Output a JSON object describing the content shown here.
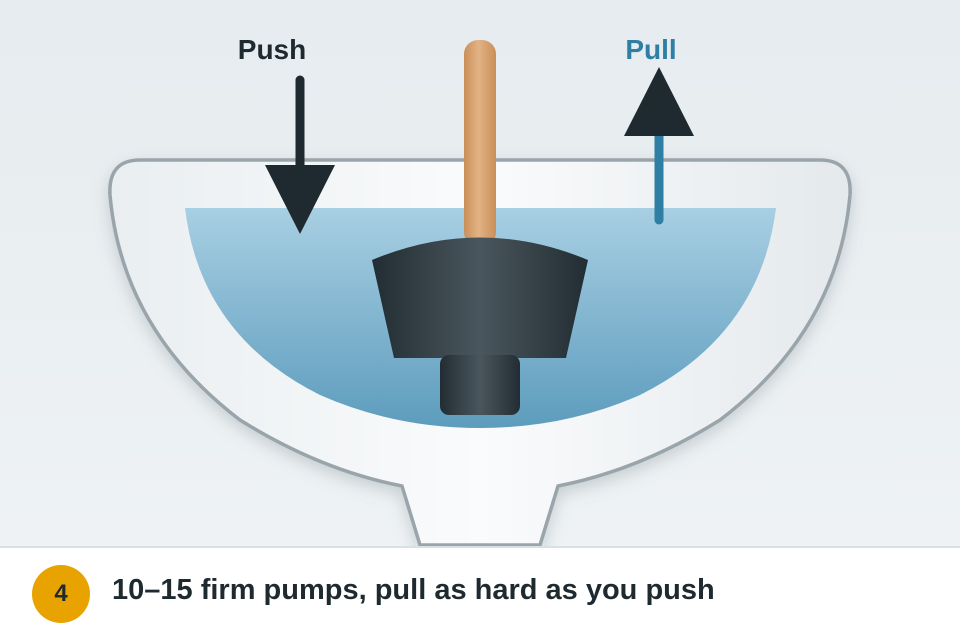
{
  "illustration": {
    "push_label": "Push",
    "pull_label": "Pull",
    "colors": {
      "background": "#e9eef1",
      "sink": "#f3f6f7",
      "sink_outline": "#9aa5ab",
      "water": "#7fb3cf",
      "plunger_handle": "#d7a26d",
      "plunger_cup": "#2b373d",
      "push_arrow": "#1f2a30",
      "pull_arrow": "#2e7fa3"
    }
  },
  "caption": {
    "step_number": "4",
    "text": "10–15 firm pumps, pull as hard as you push",
    "badge_color": "#e8a300"
  }
}
